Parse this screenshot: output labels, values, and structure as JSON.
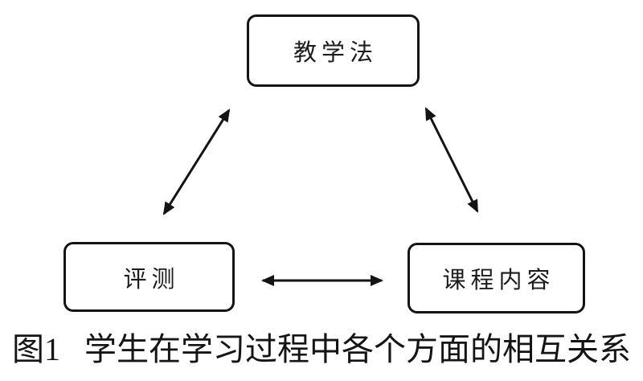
{
  "figure": {
    "nodes": [
      {
        "id": "teaching-method",
        "label": "教学法"
      },
      {
        "id": "assessment",
        "label": "评测"
      },
      {
        "id": "course-content",
        "label": "课程内容"
      }
    ],
    "connectors": [
      {
        "from": "teaching-method",
        "to": "assessment",
        "style": "double-arrow"
      },
      {
        "from": "teaching-method",
        "to": "course-content",
        "style": "double-arrow"
      },
      {
        "from": "assessment",
        "to": "course-content",
        "style": "double-arrow"
      }
    ],
    "caption": {
      "number": "图1",
      "text": "学生在学习过程中各个方面的相互关系"
    },
    "colors": {
      "line": "#141414",
      "background": "#ffffff"
    }
  }
}
